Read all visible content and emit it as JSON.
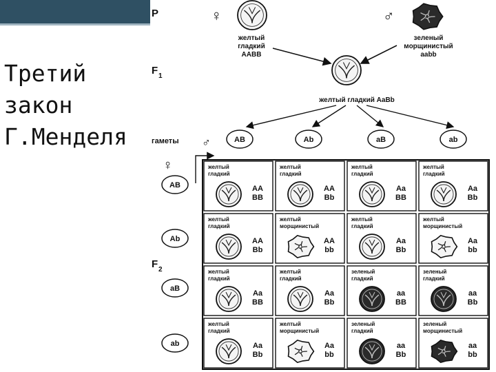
{
  "slide": {
    "title": "Третий\nзакон\nГ.Менделя",
    "accent_color": "#2f5063"
  },
  "diagram": {
    "gen_labels": {
      "p": "P",
      "f1": "F",
      "f1_sub": "1",
      "f2": "F",
      "f2_sub": "2"
    },
    "female_symbol": "♀",
    "male_symbol": "♂",
    "parent_female": {
      "line1": "желтый",
      "line2": "гладкий",
      "line3": "AABB",
      "seed": "smooth-yellow"
    },
    "parent_male": {
      "line1": "зеленый",
      "line2": "морщинистый",
      "line3": "aabb",
      "seed": "wrinkled-green"
    },
    "f1_label": "желтый гладкий AaBb",
    "gametes_label": "гаметы",
    "male_gametes": [
      "AB",
      "Ab",
      "aB",
      "ab"
    ],
    "female_gametes": [
      "AB",
      "Ab",
      "aB",
      "ab"
    ],
    "punnett": [
      [
        {
          "l1": "желтый",
          "l2": "гладкий",
          "g1": "AA",
          "g2": "BB",
          "seed": "smooth-yellow"
        },
        {
          "l1": "желтый",
          "l2": "гладкий",
          "g1": "AA",
          "g2": "Bb",
          "seed": "smooth-yellow"
        },
        {
          "l1": "желтый",
          "l2": "гладкий",
          "g1": "Aa",
          "g2": "BB",
          "seed": "smooth-yellow"
        },
        {
          "l1": "желтый",
          "l2": "гладкий",
          "g1": "Aa",
          "g2": "Bb",
          "seed": "smooth-yellow"
        }
      ],
      [
        {
          "l1": "желтый",
          "l2": "гладкий",
          "g1": "AA",
          "g2": "Bb",
          "seed": "smooth-yellow"
        },
        {
          "l1": "желтый",
          "l2": "морщинистый",
          "g1": "AA",
          "g2": "bb",
          "seed": "wrinkled-yellow"
        },
        {
          "l1": "желтый",
          "l2": "гладкий",
          "g1": "Aa",
          "g2": "Bb",
          "seed": "smooth-yellow"
        },
        {
          "l1": "желтый",
          "l2": "морщинистый",
          "g1": "Aa",
          "g2": "bb",
          "seed": "wrinkled-yellow"
        }
      ],
      [
        {
          "l1": "желтый",
          "l2": "гладкий",
          "g1": "Aa",
          "g2": "BB",
          "seed": "smooth-yellow"
        },
        {
          "l1": "желтый",
          "l2": "гладкий",
          "g1": "Aa",
          "g2": "Bb",
          "seed": "smooth-yellow"
        },
        {
          "l1": "зеленый",
          "l2": "гладкий",
          "g1": "aa",
          "g2": "BB",
          "seed": "smooth-green"
        },
        {
          "l1": "зеленый",
          "l2": "гладкий",
          "g1": "aa",
          "g2": "Bb",
          "seed": "smooth-green"
        }
      ],
      [
        {
          "l1": "желтый",
          "l2": "гладкий",
          "g1": "Aa",
          "g2": "Bb",
          "seed": "smooth-yellow"
        },
        {
          "l1": "желтый",
          "l2": "морщинистый",
          "g1": "Aa",
          "g2": "bb",
          "seed": "wrinkled-yellow"
        },
        {
          "l1": "зеленый",
          "l2": "гладкий",
          "g1": "aa",
          "g2": "Bb",
          "seed": "smooth-green"
        },
        {
          "l1": "зеленый",
          "l2": "морщинистый",
          "g1": "aa",
          "g2": "bb",
          "seed": "wrinkled-green"
        }
      ]
    ]
  }
}
